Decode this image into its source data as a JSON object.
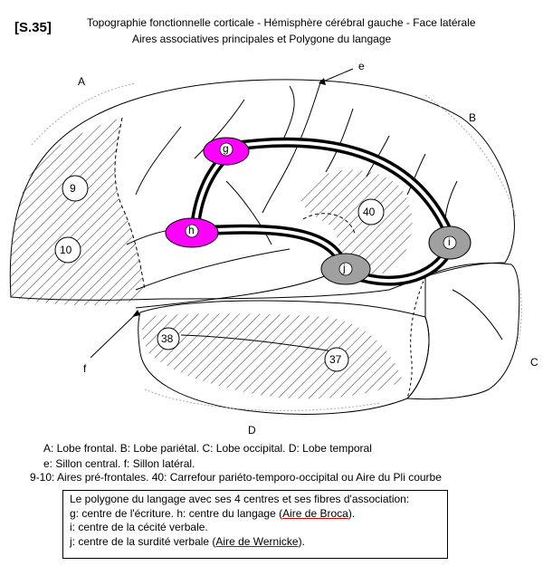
{
  "header": {
    "ref": "[S.35]",
    "title_line1": "Topographie fonctionnelle corticale - Hémisphère cérébral gauche - Face latérale",
    "title_line2": "Aires associatives principales et Polygone du langage"
  },
  "labels": {
    "A": "A",
    "B": "B",
    "C": "C",
    "D": "D",
    "e": "e",
    "f": "f"
  },
  "areas": [
    "9",
    "10",
    "40",
    "38",
    "37"
  ],
  "centres": {
    "g": "g",
    "h": "h",
    "i": "i",
    "j": "j",
    "broca_color": "#ff00ff",
    "other_color": "#a0a0a0"
  },
  "legend": {
    "line1": "A: Lobe frontal. B: Lobe pariétal. C: Lobe occipital. D: Lobe temporal",
    "line2": "e: Sillon central. f: Sillon latéral.",
    "line3": "9-10: Aires pré-frontales. 40: Carrefour pariéto-temporo-occipital ou Aire du Pli courbe"
  },
  "box": {
    "line1": "Le polygone du langage avec ses 4 centres et ses fibres d'association:",
    "line2_prefix": "g: centre de l'écriture. h: centre du langage (",
    "line2_link": "Aire de Broca",
    "line2_suffix": ").",
    "line3": "i: centre de la cécité verbale.",
    "line4_prefix": "j: centre de la surdité verbale (",
    "line4_link": "Aire de Wernicke",
    "line4_suffix": ")."
  }
}
